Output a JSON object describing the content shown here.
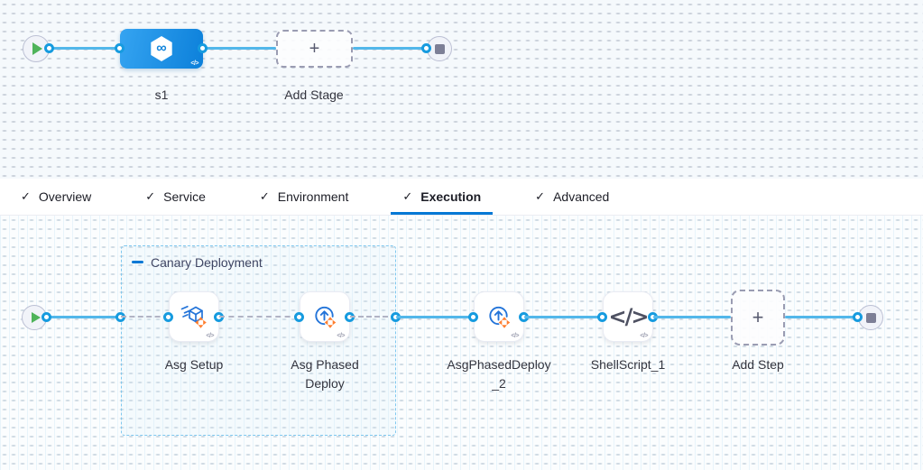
{
  "top_pipeline": {
    "stage": {
      "name": "s1",
      "icon_glyph": "∞",
      "code_badge": "</>"
    },
    "add_stage": {
      "label": "Add Stage",
      "plus_glyph": "+"
    }
  },
  "tabs": {
    "check_glyph": "✓",
    "items": [
      {
        "label": "Overview",
        "checked": true,
        "active": false
      },
      {
        "label": "Service",
        "checked": true,
        "active": false
      },
      {
        "label": "Environment",
        "checked": true,
        "active": false
      },
      {
        "label": "Execution",
        "checked": true,
        "active": true
      },
      {
        "label": "Advanced",
        "checked": true,
        "active": false
      }
    ]
  },
  "execution_graph": {
    "group": {
      "label": "Canary Deployment"
    },
    "steps": [
      {
        "name": "Asg Setup",
        "icon": "asg-setup-icon",
        "code_badge": "</>"
      },
      {
        "name": "Asg Phased Deploy",
        "icon": "asg-phased-deploy-icon",
        "code_badge": "</>"
      },
      {
        "name": "AsgPhasedDeploy_2",
        "icon": "asg-phased-deploy-icon",
        "code_badge": "</>"
      },
      {
        "name": "ShellScript_1",
        "icon": "shell-script-icon",
        "code_badge": "</>",
        "glyph": "</>"
      }
    ],
    "add_step": {
      "label": "Add Step",
      "plus_glyph": "+"
    }
  },
  "colors": {
    "connector_blue": "#52b7ea",
    "port_ring": "#169bdf",
    "stage_gradient": [
      "#35a4f1",
      "#0c80da"
    ],
    "active_tab_underline": "#0278d5",
    "group_border": "#7fc8ef",
    "icon_blue": "#2374d9",
    "orange_accent": "#ff7d2d",
    "play_green": "#4fb35a"
  }
}
